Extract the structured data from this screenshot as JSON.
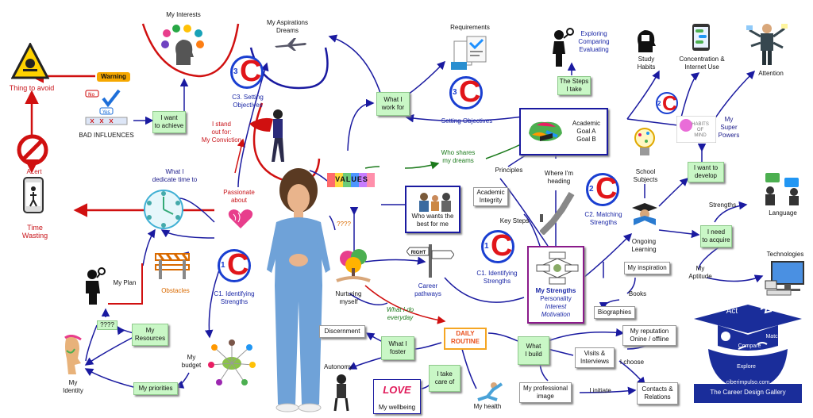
{
  "nodes": {
    "my_interests": "My Interests",
    "aspirations": [
      "My Aspirations",
      "Dreams"
    ],
    "requirements": "Requirements",
    "exploring": [
      "Exploring",
      "Comparing",
      "Evaluating"
    ],
    "study_habits": [
      "Study",
      "Habits"
    ],
    "concentration": [
      "Concentration &",
      "Internet Use"
    ],
    "attention": "Attention",
    "thing_to_avoid": "Thing to avoid",
    "warning": "Warning",
    "bad_influences": "BAD INFLUENCES",
    "i_want_to_achieve": [
      "I want",
      "to achieve"
    ],
    "c3_setting": [
      "C3. Setting",
      "Objectives"
    ],
    "stand_out": [
      "I stand",
      "out for:",
      "My Conviction"
    ],
    "what_i_work_for": [
      "What I",
      "work for"
    ],
    "setting_objectives": "Setting Objectives",
    "steps_i_take": [
      "The Steps",
      "I take"
    ],
    "academic_goal": [
      "Academic",
      "Goal A",
      "Goal B"
    ],
    "my_super_powers": [
      "My",
      "Super",
      "Powers"
    ],
    "alert": "ALert",
    "time_wasting": [
      "Time",
      "Wasting"
    ],
    "what_i_dedicate": [
      "What I",
      "dedicate time to"
    ],
    "passionate_about": [
      "Passionate",
      "about"
    ],
    "values": "VALUES",
    "who_shares": [
      "Who shares",
      "my dreams"
    ],
    "principles": "Principles",
    "where_heading": [
      "Where I'm",
      "heading"
    ],
    "academic_integrity": [
      "Academic",
      "Integrity"
    ],
    "school_subjects": [
      "School",
      "Subjects"
    ],
    "i_want_to_develop": [
      "I want to",
      "develop"
    ],
    "strengths": "Strengths",
    "language": "Language",
    "who_wants_best": [
      "Who wants the",
      "best for  me"
    ],
    "key_steps": "Key Steps",
    "c2_matching": [
      "C2. Matching",
      "Strengths"
    ],
    "ongoing_learning": [
      "Ongoing",
      "Learning"
    ],
    "i_need_to_acquire": [
      "I need",
      "to acquire"
    ],
    "technologies": "Technologies",
    "my_aptitude": [
      "My",
      "Aptitude"
    ],
    "my_plan": "My Plan",
    "obstacles": "Obstacles",
    "c1_identifying_left": [
      "C1. Identifying",
      "Strengths"
    ],
    "qqqq": "????",
    "nurturing": [
      "Nurturing",
      "myself"
    ],
    "career_pathways": [
      "Career",
      "pathways"
    ],
    "c1_identifying_mid": [
      "C1. Identifying",
      "Strengths"
    ],
    "my_strengths_title": "My Strengths",
    "my_strengths_lines": [
      "Personality",
      "Interest",
      "Motivation"
    ],
    "my_inspiration": "My inspiration",
    "books": "Books",
    "biographies": "Biographies",
    "act": "Act",
    "qqqq2": "????",
    "my_resources": [
      "My",
      "Resources"
    ],
    "my_budget": [
      "My",
      "budget"
    ],
    "my_identity": [
      "My",
      "Identity"
    ],
    "my_priorities": "My priorities",
    "what_i_do": [
      "What I do",
      "everyday"
    ],
    "discernment": "Discernment",
    "what_i_foster": [
      "What I",
      "foster"
    ],
    "daily_routine": [
      "DAILY",
      "ROUTINE"
    ],
    "what_i_build": [
      "What",
      "I build"
    ],
    "my_reputation": [
      "My reputation",
      "Onine / offline"
    ],
    "visits": [
      "Visits &",
      "Interviews"
    ],
    "i_choose": "I choose",
    "autonomy": "Autonomy",
    "i_take_care": [
      "I take",
      "care of"
    ],
    "my_professional": [
      "My professional",
      "image"
    ],
    "i_initiate": "I initiate",
    "contacts": [
      "Contacts &",
      "Relations"
    ],
    "my_wellbeing": "My wellbeing",
    "my_health": "My health",
    "love": "LOVE",
    "habits_of_mind": [
      "HABITS",
      "OF",
      "MIND"
    ],
    "right": "RIGHT",
    "website": "ciberimpulso.com",
    "gallery": "The Career Design Gallery",
    "badge_words": [
      "Match",
      "Compare",
      "Explore"
    ],
    "badge_letter": "C",
    "badge_nums": [
      "3",
      "3",
      "2",
      "1",
      "1",
      "2"
    ]
  },
  "colors": {
    "node_green": "#c9f7c6",
    "line_blue": "#1a1aa0",
    "line_red": "#d01010",
    "badge_red": "#e1151a",
    "badge_blue": "#1a3fd1",
    "logo_navy": "#1a2d9a"
  }
}
